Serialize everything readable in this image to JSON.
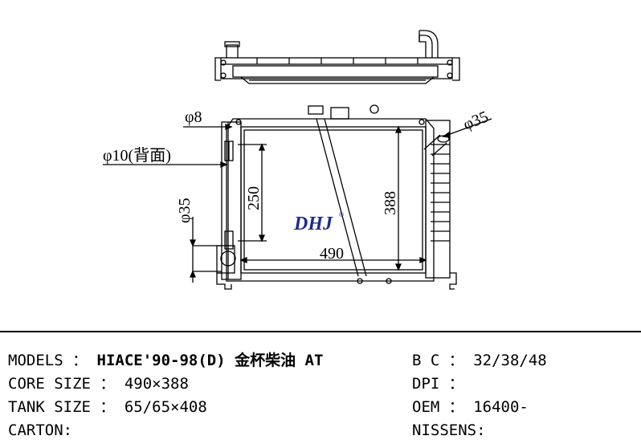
{
  "diagram": {
    "labels": {
      "phi8": "φ8",
      "phi10": "φ10(背面)",
      "phi35_left": "φ35",
      "phi35_right": "φ35",
      "dim250": "250",
      "dim388": "388",
      "dim490": "490"
    },
    "brand": "DHJ",
    "brand_mark": "®"
  },
  "specs": {
    "left": [
      {
        "label": "MODELS ：",
        "value": "HIACE'90-98(D) 金杯柴油 AT"
      },
      {
        "label": "CORE SIZE ：",
        "value": "490×388"
      },
      {
        "label": "TANK SIZE ：",
        "value": "65/65×408"
      },
      {
        "label": "CARTON:",
        "value": ""
      }
    ],
    "right": [
      {
        "label": "B C ：",
        "value": "32/38/48"
      },
      {
        "label": "DPI ：",
        "value": ""
      },
      {
        "label": "OEM ：",
        "value": "16400-"
      },
      {
        "label": "NISSENS:",
        "value": ""
      }
    ]
  },
  "colors": {
    "brand": "#1e2a8c",
    "line": "#000000"
  }
}
